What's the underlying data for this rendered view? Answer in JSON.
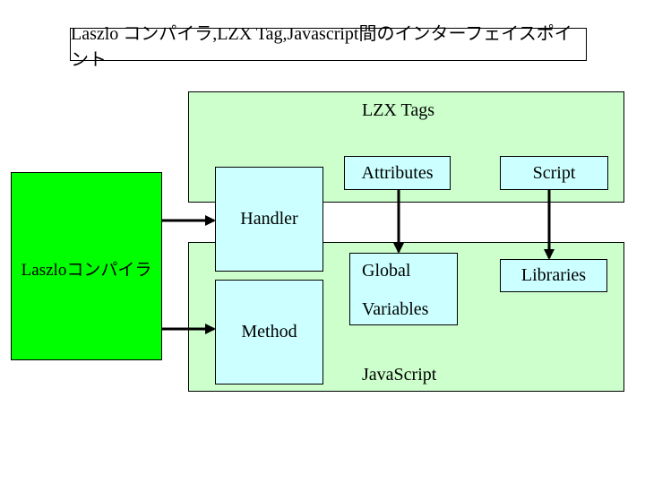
{
  "title": "Laszlo コンパイラ,LZX Tag,Javascript間のインターフェイスポイント",
  "colors": {
    "compiler": "#00ff00",
    "container": "#ccffcc",
    "node": "#ccffff",
    "line": "#000000"
  },
  "compiler": {
    "label": "Laszloコンパイラ"
  },
  "lzx_tags": {
    "label": "LZX Tags",
    "children": {
      "attributes": "Attributes",
      "script": "Script"
    }
  },
  "javascript": {
    "label": "JavaScript",
    "children": {
      "global_line1": "Global",
      "global_line2": "Variables",
      "libraries": "Libraries"
    }
  },
  "interfaces": {
    "handler": "Handler",
    "method": "Method"
  },
  "edges": [
    {
      "from": "Laszloコンパイラ",
      "to": "Handler"
    },
    {
      "from": "Laszloコンパイラ",
      "to": "Method"
    },
    {
      "from": "Attributes",
      "to": "Global Variables"
    },
    {
      "from": "Script",
      "to": "Libraries"
    }
  ]
}
